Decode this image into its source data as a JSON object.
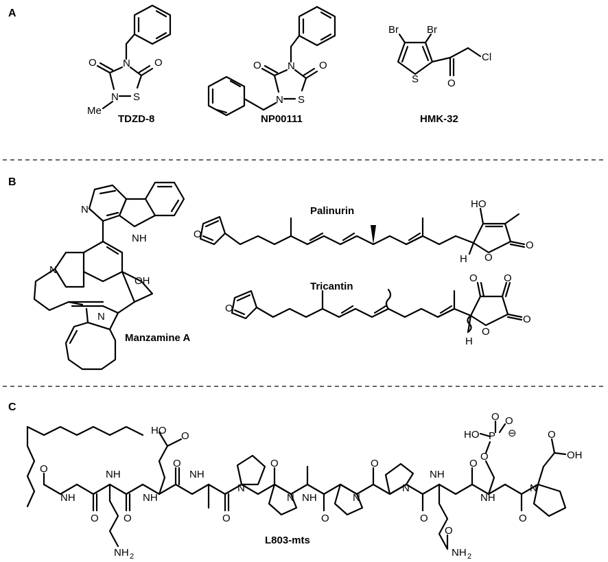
{
  "panels": {
    "a": "A",
    "b": "B",
    "c": "C"
  },
  "compounds": {
    "tdzd8": "TDZD-8",
    "np00111": "NP00111",
    "hmk32": "HMK-32",
    "manzamine": "Manzamine A",
    "palinurin": "Palinurin",
    "tricantin": "Tricantin",
    "l803": "L803-mts"
  },
  "atoms": {
    "N": "N",
    "O": "O",
    "S": "S",
    "Br": "Br",
    "Cl": "Cl",
    "H": "H",
    "NH": "NH",
    "HN": "H",
    "OH": "OH",
    "HO": "HO",
    "Me": "Me",
    "P": "P",
    "HOacid": "HO",
    "NH2": "NH",
    "two": "2",
    "minus": "⊖",
    "NHbeta": "NH"
  },
  "colors": {
    "bond": "#000000",
    "separator": "#333333",
    "background": "#ffffff"
  }
}
